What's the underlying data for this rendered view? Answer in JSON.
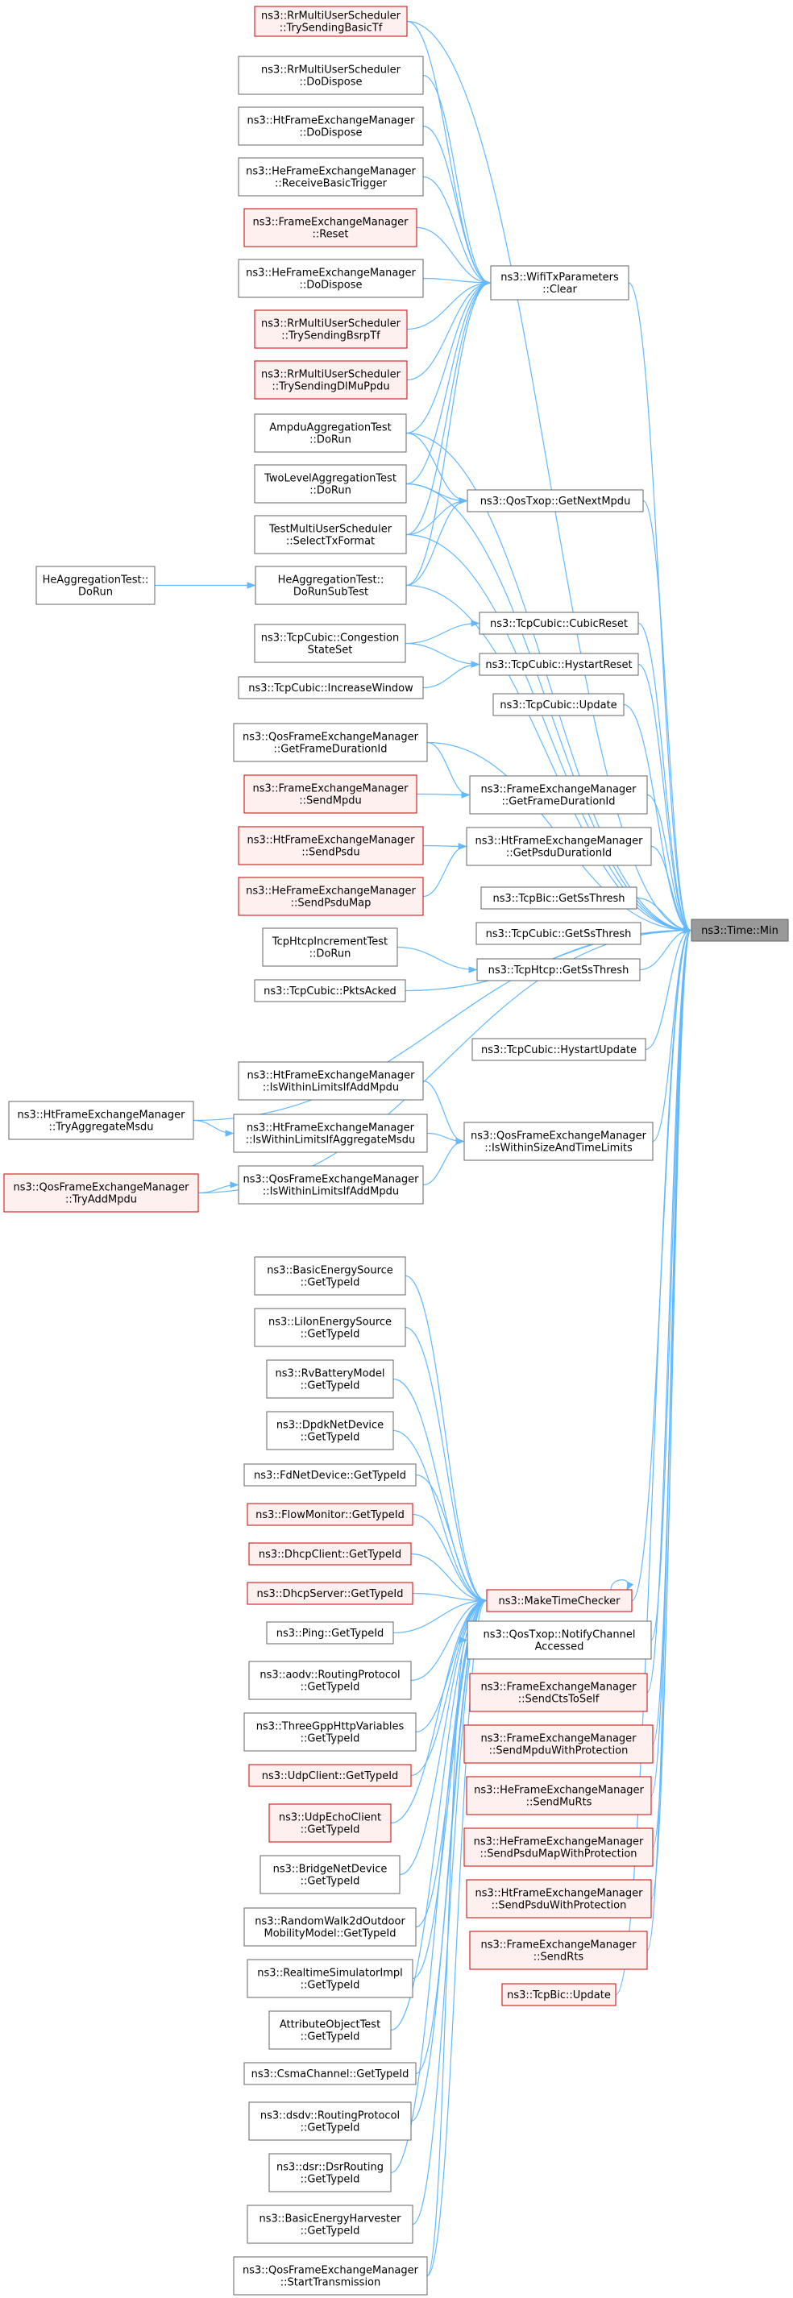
{
  "colors": {
    "edge": "#63b8ff",
    "node_border": "#666666",
    "node_border_red": "#cc0000",
    "node_fill_red": "#fff0f0",
    "root_fill": "#999999"
  },
  "root": "ns3::Time::Min",
  "nodes": [
    {
      "id": "n1",
      "lines": [
        "ns3::RrMultiUserScheduler",
        "::TrySendingBasicTf"
      ],
      "style": "red"
    },
    {
      "id": "n2",
      "lines": [
        "ns3::RrMultiUserScheduler",
        "::DoDispose"
      ],
      "style": "black"
    },
    {
      "id": "n3",
      "lines": [
        "ns3::HtFrameExchangeManager",
        "::DoDispose"
      ],
      "style": "black"
    },
    {
      "id": "n4",
      "lines": [
        "ns3::HeFrameExchangeManager",
        "::ReceiveBasicTrigger"
      ],
      "style": "black"
    },
    {
      "id": "n5",
      "lines": [
        "ns3::FrameExchangeManager",
        "::Reset"
      ],
      "style": "red"
    },
    {
      "id": "n6",
      "lines": [
        "ns3::HeFrameExchangeManager",
        "::DoDispose"
      ],
      "style": "black"
    },
    {
      "id": "n7",
      "lines": [
        "ns3::RrMultiUserScheduler",
        "::TrySendingBsrpTf"
      ],
      "style": "red"
    },
    {
      "id": "n8",
      "lines": [
        "ns3::RrMultiUserScheduler",
        "::TrySendingDlMuPpdu"
      ],
      "style": "red"
    },
    {
      "id": "n9",
      "lines": [
        "AmpduAggregationTest",
        "::DoRun"
      ],
      "style": "black"
    },
    {
      "id": "n10",
      "lines": [
        "TwoLevelAggregationTest",
        "::DoRun"
      ],
      "style": "black"
    },
    {
      "id": "n11",
      "lines": [
        "TestMultiUserScheduler",
        "::SelectTxFormat"
      ],
      "style": "black"
    },
    {
      "id": "n12",
      "lines": [
        "HeAggregationTest::",
        "DoRunSubTest"
      ],
      "style": "black"
    },
    {
      "id": "n13",
      "lines": [
        "HeAggregationTest::",
        "DoRun"
      ],
      "style": "black"
    },
    {
      "id": "n14",
      "lines": [
        "ns3::WifiTxParameters",
        "::Clear"
      ],
      "style": "black"
    },
    {
      "id": "n15",
      "lines": [
        "ns3::QosTxop::GetNextMpdu"
      ],
      "style": "black"
    },
    {
      "id": "n16",
      "lines": [
        "ns3::TcpCubic::Congestion",
        "StateSet"
      ],
      "style": "black"
    },
    {
      "id": "n17",
      "lines": [
        "ns3::TcpCubic::IncreaseWindow"
      ],
      "style": "black"
    },
    {
      "id": "n18",
      "lines": [
        "ns3::TcpCubic::CubicReset"
      ],
      "style": "black"
    },
    {
      "id": "n19",
      "lines": [
        "ns3::TcpCubic::HystartReset"
      ],
      "style": "black"
    },
    {
      "id": "n20",
      "lines": [
        "ns3::TcpCubic::Update"
      ],
      "style": "black"
    },
    {
      "id": "n21",
      "lines": [
        "ns3::QosFrameExchangeManager",
        "::GetFrameDurationId"
      ],
      "style": "black"
    },
    {
      "id": "n22",
      "lines": [
        "ns3::FrameExchangeManager",
        "::SendMpdu"
      ],
      "style": "red"
    },
    {
      "id": "n23",
      "lines": [
        "ns3::FrameExchangeManager",
        "::GetFrameDurationId"
      ],
      "style": "black"
    },
    {
      "id": "n24",
      "lines": [
        "ns3::HtFrameExchangeManager",
        "::SendPsdu"
      ],
      "style": "red"
    },
    {
      "id": "n25",
      "lines": [
        "ns3::HeFrameExchangeManager",
        "::SendPsduMap"
      ],
      "style": "red"
    },
    {
      "id": "n26",
      "lines": [
        "ns3::HtFrameExchangeManager",
        "::GetPsduDurationId"
      ],
      "style": "black"
    },
    {
      "id": "n27",
      "lines": [
        "ns3::TcpBic::GetSsThresh"
      ],
      "style": "black"
    },
    {
      "id": "n28",
      "lines": [
        "ns3::TcpCubic::GetSsThresh"
      ],
      "style": "black"
    },
    {
      "id": "n29",
      "lines": [
        "TcpHtcpIncrementTest",
        "::DoRun"
      ],
      "style": "black"
    },
    {
      "id": "n30",
      "lines": [
        "ns3::TcpHtcp::GetSsThresh"
      ],
      "style": "black"
    },
    {
      "id": "n31",
      "lines": [
        "ns3::TcpCubic::PktsAcked"
      ],
      "style": "black"
    },
    {
      "id": "n32",
      "lines": [
        "ns3::TcpCubic::HystartUpdate"
      ],
      "style": "black"
    },
    {
      "id": "n33",
      "lines": [
        "ns3::HtFrameExchangeManager",
        "::IsWithinLimitsIfAddMpdu"
      ],
      "style": "black"
    },
    {
      "id": "n34",
      "lines": [
        "ns3::HtFrameExchangeManager",
        "::TryAggregateMsdu"
      ],
      "style": "black"
    },
    {
      "id": "n35",
      "lines": [
        "ns3::HtFrameExchangeManager",
        "::IsWithinLimitsIfAggregateMsdu"
      ],
      "style": "black"
    },
    {
      "id": "n36",
      "lines": [
        "ns3::QosFrameExchangeManager",
        "::TryAddMpdu"
      ],
      "style": "red"
    },
    {
      "id": "n37",
      "lines": [
        "ns3::QosFrameExchangeManager",
        "::IsWithinLimitsIfAddMpdu"
      ],
      "style": "black"
    },
    {
      "id": "n38",
      "lines": [
        "ns3::QosFrameExchangeManager",
        "::IsWithinSizeAndTimeLimits"
      ],
      "style": "black"
    },
    {
      "id": "n39",
      "lines": [
        "ns3::BasicEnergySource",
        "::GetTypeId"
      ],
      "style": "black"
    },
    {
      "id": "n40",
      "lines": [
        "ns3::LiIonEnergySource",
        "::GetTypeId"
      ],
      "style": "black"
    },
    {
      "id": "n41",
      "lines": [
        "ns3::RvBatteryModel",
        "::GetTypeId"
      ],
      "style": "black"
    },
    {
      "id": "n42",
      "lines": [
        "ns3::DpdkNetDevice",
        "::GetTypeId"
      ],
      "style": "black"
    },
    {
      "id": "n43",
      "lines": [
        "ns3::FdNetDevice::GetTypeId"
      ],
      "style": "black"
    },
    {
      "id": "n44",
      "lines": [
        "ns3::FlowMonitor::GetTypeId"
      ],
      "style": "red"
    },
    {
      "id": "n45",
      "lines": [
        "ns3::DhcpClient::GetTypeId"
      ],
      "style": "red"
    },
    {
      "id": "n46",
      "lines": [
        "ns3::DhcpServer::GetTypeId"
      ],
      "style": "red"
    },
    {
      "id": "n47",
      "lines": [
        "ns3::Ping::GetTypeId"
      ],
      "style": "black"
    },
    {
      "id": "n48",
      "lines": [
        "ns3::aodv::RoutingProtocol",
        "::GetTypeId"
      ],
      "style": "black"
    },
    {
      "id": "n49",
      "lines": [
        "ns3::ThreeGppHttpVariables",
        "::GetTypeId"
      ],
      "style": "black"
    },
    {
      "id": "n50",
      "lines": [
        "ns3::UdpClient::GetTypeId"
      ],
      "style": "red"
    },
    {
      "id": "n51",
      "lines": [
        "ns3::UdpEchoClient",
        "::GetTypeId"
      ],
      "style": "red"
    },
    {
      "id": "n52",
      "lines": [
        "ns3::BridgeNetDevice",
        "::GetTypeId"
      ],
      "style": "black"
    },
    {
      "id": "n53",
      "lines": [
        "ns3::RandomWalk2dOutdoor",
        "MobilityModel::GetTypeId"
      ],
      "style": "black"
    },
    {
      "id": "n54",
      "lines": [
        "ns3::RealtimeSimulatorImpl",
        "::GetTypeId"
      ],
      "style": "black"
    },
    {
      "id": "n55",
      "lines": [
        "AttributeObjectTest",
        "::GetTypeId"
      ],
      "style": "black"
    },
    {
      "id": "n56",
      "lines": [
        "ns3::CsmaChannel::GetTypeId"
      ],
      "style": "black"
    },
    {
      "id": "n57",
      "lines": [
        "ns3::dsdv::RoutingProtocol",
        "::GetTypeId"
      ],
      "style": "black"
    },
    {
      "id": "n58",
      "lines": [
        "ns3::dsr::DsrRouting",
        "::GetTypeId"
      ],
      "style": "black"
    },
    {
      "id": "n59",
      "lines": [
        "ns3::BasicEnergyHarvester",
        "::GetTypeId"
      ],
      "style": "black"
    },
    {
      "id": "n60",
      "lines": [
        "ns3::QosFrameExchangeManager",
        "::StartTransmission"
      ],
      "style": "black"
    },
    {
      "id": "n61",
      "lines": [
        "ns3::MakeTimeChecker"
      ],
      "style": "red"
    },
    {
      "id": "n62",
      "lines": [
        "ns3::QosTxop::NotifyChannel",
        "Accessed"
      ],
      "style": "black"
    },
    {
      "id": "n63",
      "lines": [
        "ns3::FrameExchangeManager",
        "::SendCtsToSelf"
      ],
      "style": "red"
    },
    {
      "id": "n64",
      "lines": [
        "ns3::FrameExchangeManager",
        "::SendMpduWithProtection"
      ],
      "style": "red"
    },
    {
      "id": "n65",
      "lines": [
        "ns3::HeFrameExchangeManager",
        "::SendMuRts"
      ],
      "style": "red"
    },
    {
      "id": "n66",
      "lines": [
        "ns3::HeFrameExchangeManager",
        "::SendPsduMapWithProtection"
      ],
      "style": "red"
    },
    {
      "id": "n67",
      "lines": [
        "ns3::HtFrameExchangeManager",
        "::SendPsduWithProtection"
      ],
      "style": "red"
    },
    {
      "id": "n68",
      "lines": [
        "ns3::FrameExchangeManager",
        "::SendRts"
      ],
      "style": "red"
    },
    {
      "id": "n69",
      "lines": [
        "ns3::TcpBic::Update"
      ],
      "style": "red"
    },
    {
      "id": "root",
      "lines": [
        "ns3::Time::Min"
      ],
      "style": "root"
    }
  ],
  "edges": [
    [
      "n1",
      "n14"
    ],
    [
      "n2",
      "n14"
    ],
    [
      "n3",
      "n14"
    ],
    [
      "n4",
      "n14"
    ],
    [
      "n5",
      "n14"
    ],
    [
      "n6",
      "n14"
    ],
    [
      "n7",
      "n14"
    ],
    [
      "n8",
      "n14"
    ],
    [
      "n9",
      "n14"
    ],
    [
      "n10",
      "n14"
    ],
    [
      "n11",
      "n14"
    ],
    [
      "n12",
      "n14"
    ],
    [
      "n9",
      "n15"
    ],
    [
      "n10",
      "n15"
    ],
    [
      "n11",
      "n15"
    ],
    [
      "n12",
      "n15"
    ],
    [
      "n13",
      "n12"
    ],
    [
      "n16",
      "n18"
    ],
    [
      "n16",
      "n19"
    ],
    [
      "n17",
      "n19"
    ],
    [
      "n21",
      "n23"
    ],
    [
      "n22",
      "n23"
    ],
    [
      "n24",
      "n26"
    ],
    [
      "n25",
      "n26"
    ],
    [
      "n29",
      "n30"
    ],
    [
      "n34",
      "n35"
    ],
    [
      "n36",
      "n37"
    ],
    [
      "n33",
      "n38"
    ],
    [
      "n35",
      "n38"
    ],
    [
      "n37",
      "n38"
    ],
    [
      "n39",
      "n61"
    ],
    [
      "n40",
      "n61"
    ],
    [
      "n41",
      "n61"
    ],
    [
      "n42",
      "n61"
    ],
    [
      "n43",
      "n61"
    ],
    [
      "n44",
      "n61"
    ],
    [
      "n45",
      "n61"
    ],
    [
      "n46",
      "n61"
    ],
    [
      "n47",
      "n61"
    ],
    [
      "n48",
      "n61"
    ],
    [
      "n49",
      "n61"
    ],
    [
      "n50",
      "n61"
    ],
    [
      "n51",
      "n61"
    ],
    [
      "n52",
      "n61"
    ],
    [
      "n53",
      "n61"
    ],
    [
      "n54",
      "n61"
    ],
    [
      "n55",
      "n61"
    ],
    [
      "n56",
      "n61"
    ],
    [
      "n57",
      "n61"
    ],
    [
      "n58",
      "n61"
    ],
    [
      "n59",
      "n61"
    ],
    [
      "n60",
      "n61"
    ],
    [
      "n61",
      "n61"
    ],
    [
      "n60",
      "n62"
    ],
    [
      "n1",
      "root"
    ],
    [
      "n14",
      "root"
    ],
    [
      "n9",
      "root"
    ],
    [
      "n10",
      "root"
    ],
    [
      "n11",
      "root"
    ],
    [
      "n12",
      "root"
    ],
    [
      "n15",
      "root"
    ],
    [
      "n18",
      "root"
    ],
    [
      "n19",
      "root"
    ],
    [
      "n20",
      "root"
    ],
    [
      "n21",
      "root"
    ],
    [
      "n23",
      "root"
    ],
    [
      "n26",
      "root"
    ],
    [
      "n27",
      "root"
    ],
    [
      "n28",
      "root"
    ],
    [
      "n30",
      "root"
    ],
    [
      "n31",
      "root"
    ],
    [
      "n32",
      "root"
    ],
    [
      "n34",
      "root"
    ],
    [
      "n36",
      "root"
    ],
    [
      "n38",
      "root"
    ],
    [
      "n61",
      "root"
    ],
    [
      "n62",
      "root"
    ],
    [
      "n63",
      "root"
    ],
    [
      "n64",
      "root"
    ],
    [
      "n65",
      "root"
    ],
    [
      "n66",
      "root"
    ],
    [
      "n67",
      "root"
    ],
    [
      "n68",
      "root"
    ],
    [
      "n69",
      "root"
    ]
  ]
}
